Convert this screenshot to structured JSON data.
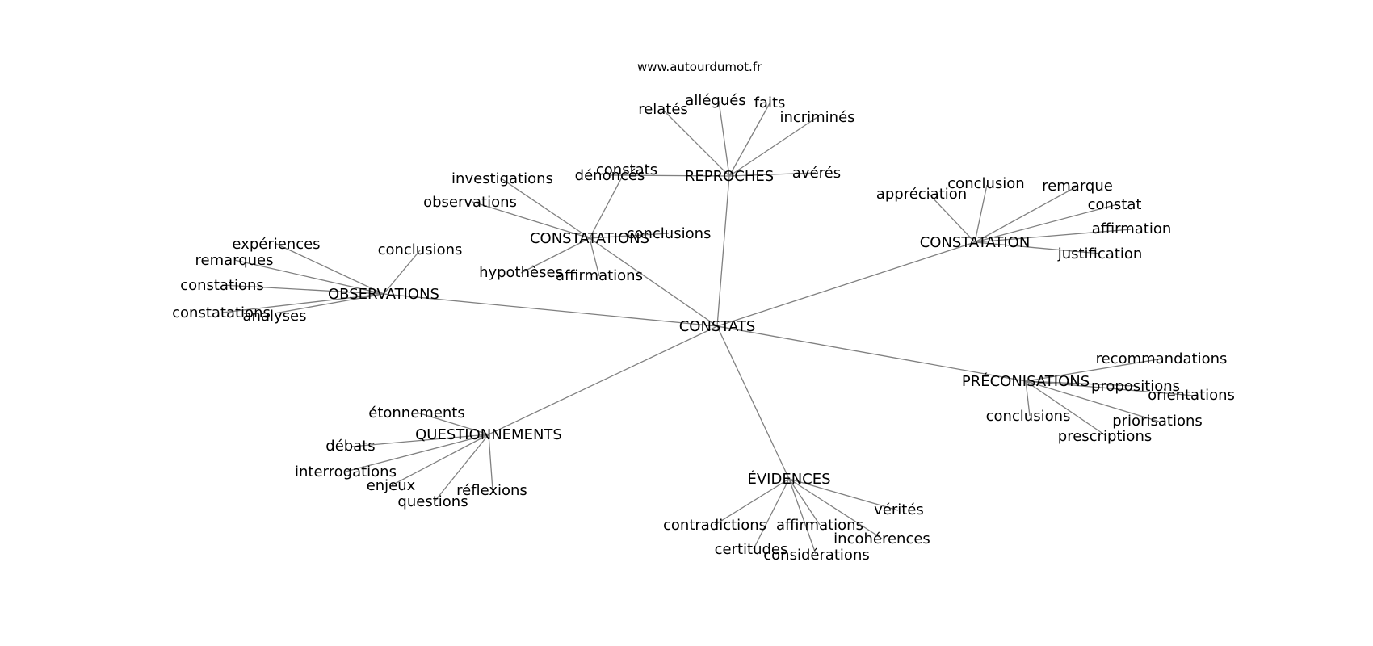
{
  "credit": "www.autourdumot.fr",
  "nodes": {
    "constats": "CONSTATS",
    "reproches": "REPROCHES",
    "constatations": "CONSTATATIONS",
    "observations_hub": "OBSERVATIONS",
    "constatation": "CONSTATATION",
    "preconisations": "PRÉCONISATIONS",
    "questionnements": "QUESTIONNEMENTS",
    "evidences": "ÉVIDENCES",
    "reproches_relates": "relatés",
    "reproches_allegues": "allégués",
    "reproches_faits": "faits",
    "reproches_incrimines": "incriminés",
    "reproches_averes": "avérés",
    "reproches_denonces": "dénoncés",
    "cons_constats": "constats",
    "cons_investigations": "investigations",
    "cons_observations": "observations",
    "cons_conclusions": "conclusions",
    "cons_hypotheses": "hypothèses",
    "cons_affirmations": "affirmations",
    "obs_experiences": "expériences",
    "obs_remarques": "remarques",
    "obs_conclusions": "conclusions",
    "obs_constations": "constations",
    "obs_constatations": "constatations",
    "obs_analyses": "analyses",
    "ctn_appreciation": "appréciation",
    "ctn_conclusion": "conclusion",
    "ctn_remarque": "remarque",
    "ctn_constat": "constat",
    "ctn_affirmation": "affirmation",
    "ctn_justification": "justification",
    "pre_recommandations": "recommandations",
    "pre_propositions": "propositions",
    "pre_orientations": "orientations",
    "pre_conclusions": "conclusions",
    "pre_priorisations": "priorisations",
    "pre_prescriptions": "prescriptions",
    "que_etonnements": "étonnements",
    "que_debats": "débats",
    "que_interrogations": "interrogations",
    "que_enjeux": "enjeux",
    "que_questions": "questions",
    "que_reflexions": "réflexions",
    "evi_verites": "vérités",
    "evi_contradictions": "contradictions",
    "evi_affirmations": "affirmations",
    "evi_incoherences": "incohérences",
    "evi_certitudes": "certitudes",
    "evi_considerations": "considérations"
  }
}
